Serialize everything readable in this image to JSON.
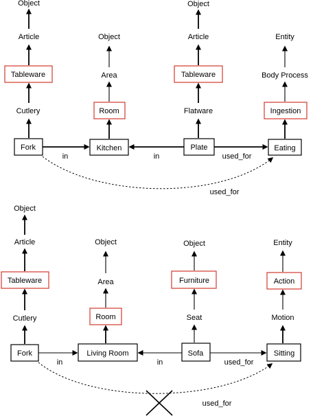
{
  "top": {
    "col1": [
      "Object",
      "Article",
      "Tableware",
      "Cutlery",
      "Fork"
    ],
    "col2": [
      "Object",
      "Area",
      "Room",
      "Kitchen"
    ],
    "col3": [
      "Object",
      "Article",
      "Tableware",
      "Flatware",
      "Plate"
    ],
    "col4": [
      "Entity",
      "Body Process",
      "Ingestion",
      "Eating"
    ],
    "edges": {
      "in1": "in",
      "in2": "in",
      "used_for": "used_for",
      "used_for_dashed": "used_for"
    }
  },
  "bottom": {
    "col1": [
      "Object",
      "Article",
      "Tableware",
      "Cutlery",
      "Fork"
    ],
    "col2": [
      "Object",
      "Area",
      "Room",
      "Living Room"
    ],
    "col3": [
      "Object",
      "Furniture",
      "Seat",
      "Sofa"
    ],
    "col4": [
      "Entity",
      "Action",
      "Motion",
      "Sitting"
    ],
    "edges": {
      "in1": "in",
      "in2": "in",
      "used_for": "used_for",
      "used_for_dashed": "used_for"
    }
  },
  "colors": {
    "highlight": "#d2382d",
    "stroke": "#000000"
  }
}
